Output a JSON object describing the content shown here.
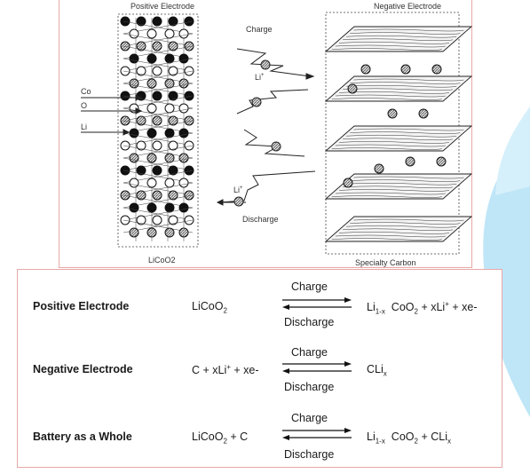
{
  "diagram": {
    "positive_electrode_title": "Positive Electrode",
    "negative_electrode_title": "Negative Electrode",
    "charge_label": "Charge",
    "discharge_label": "Discharge",
    "li_ion_top": "Li",
    "li_ion_bottom": "Li",
    "ion_superscript": "+",
    "co_label": "Co",
    "o_label": "O",
    "li_label": "Li",
    "licoo2_label": "LiCoO2",
    "specialty_carbon_label": "Specialty Carbon"
  },
  "reactions": [
    {
      "label": "Positive Electrode",
      "left": "LiCoO2",
      "charge": "Charge",
      "discharge": "Discharge",
      "right": "Li1-x  CoO2 + xLi+ + xe-"
    },
    {
      "label": "Negative Electrode",
      "left": "C + xLi+ + xe-",
      "charge": "Charge",
      "discharge": "Discharge",
      "right": "CLix"
    },
    {
      "label": "Battery as a Whole",
      "left": "LiCoO2 + C",
      "charge": "Charge",
      "discharge": "Discharge",
      "right": "Li1-x  CoO2 + CLix"
    }
  ],
  "colors": {
    "swoosh": "#bfe6f7",
    "panel_border": "#e8a8a8",
    "ink": "#1a1a1a"
  }
}
